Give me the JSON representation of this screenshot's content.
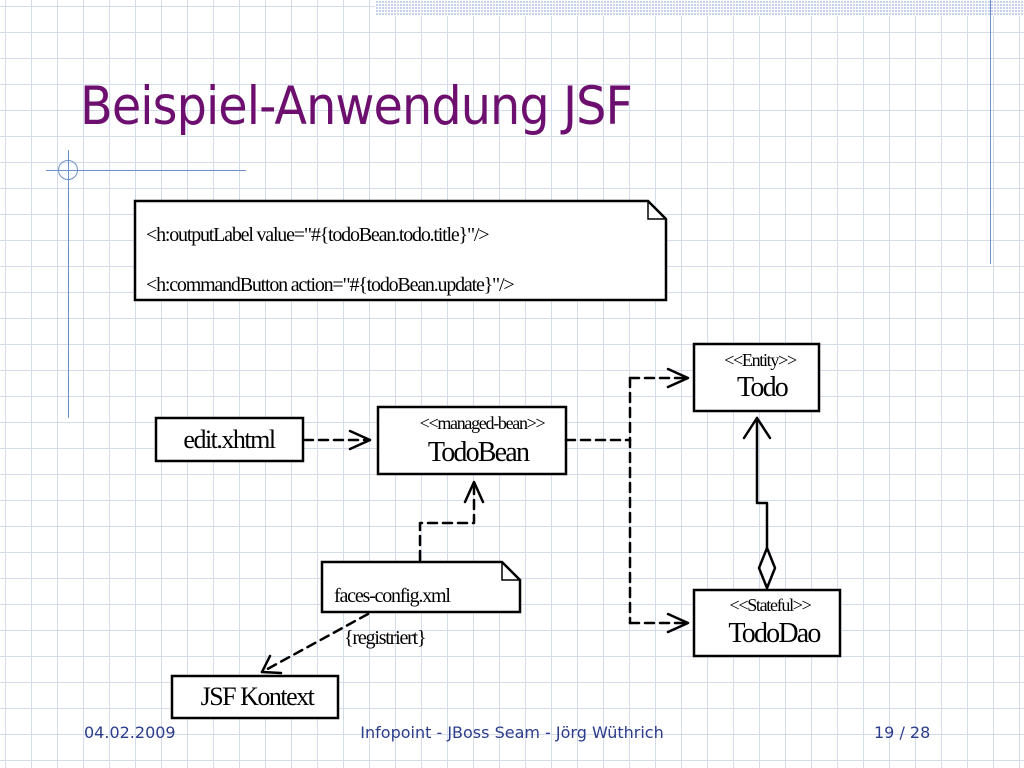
{
  "slide": {
    "title": "Beispiel-Anwendung JSF"
  },
  "diagram": {
    "code_note": {
      "line1": "<h:outputLabel value=\"#{todoBean.todo.title}\"/>",
      "line2": "<h:commandButton action=\"#{todoBean.update}\"/>"
    },
    "edit_xhtml": {
      "label": "edit.xhtml"
    },
    "todo_bean": {
      "stereotype": "<<managed-bean>>",
      "name": "TodoBean"
    },
    "todo": {
      "stereotype": "<<Entity>>",
      "name": "Todo"
    },
    "todo_dao": {
      "stereotype": "<<Stateful>>",
      "name": "TodoDao"
    },
    "faces_config": {
      "label": "faces-config.xml"
    },
    "registriert": {
      "label": "{registriert}"
    },
    "jsf_kontext": {
      "label": "JSF Kontext"
    }
  },
  "footer": {
    "date": "04.02.2009",
    "center": "Infopoint - JBoss Seam - Jörg Wüthrich",
    "page": "19 / 28"
  }
}
